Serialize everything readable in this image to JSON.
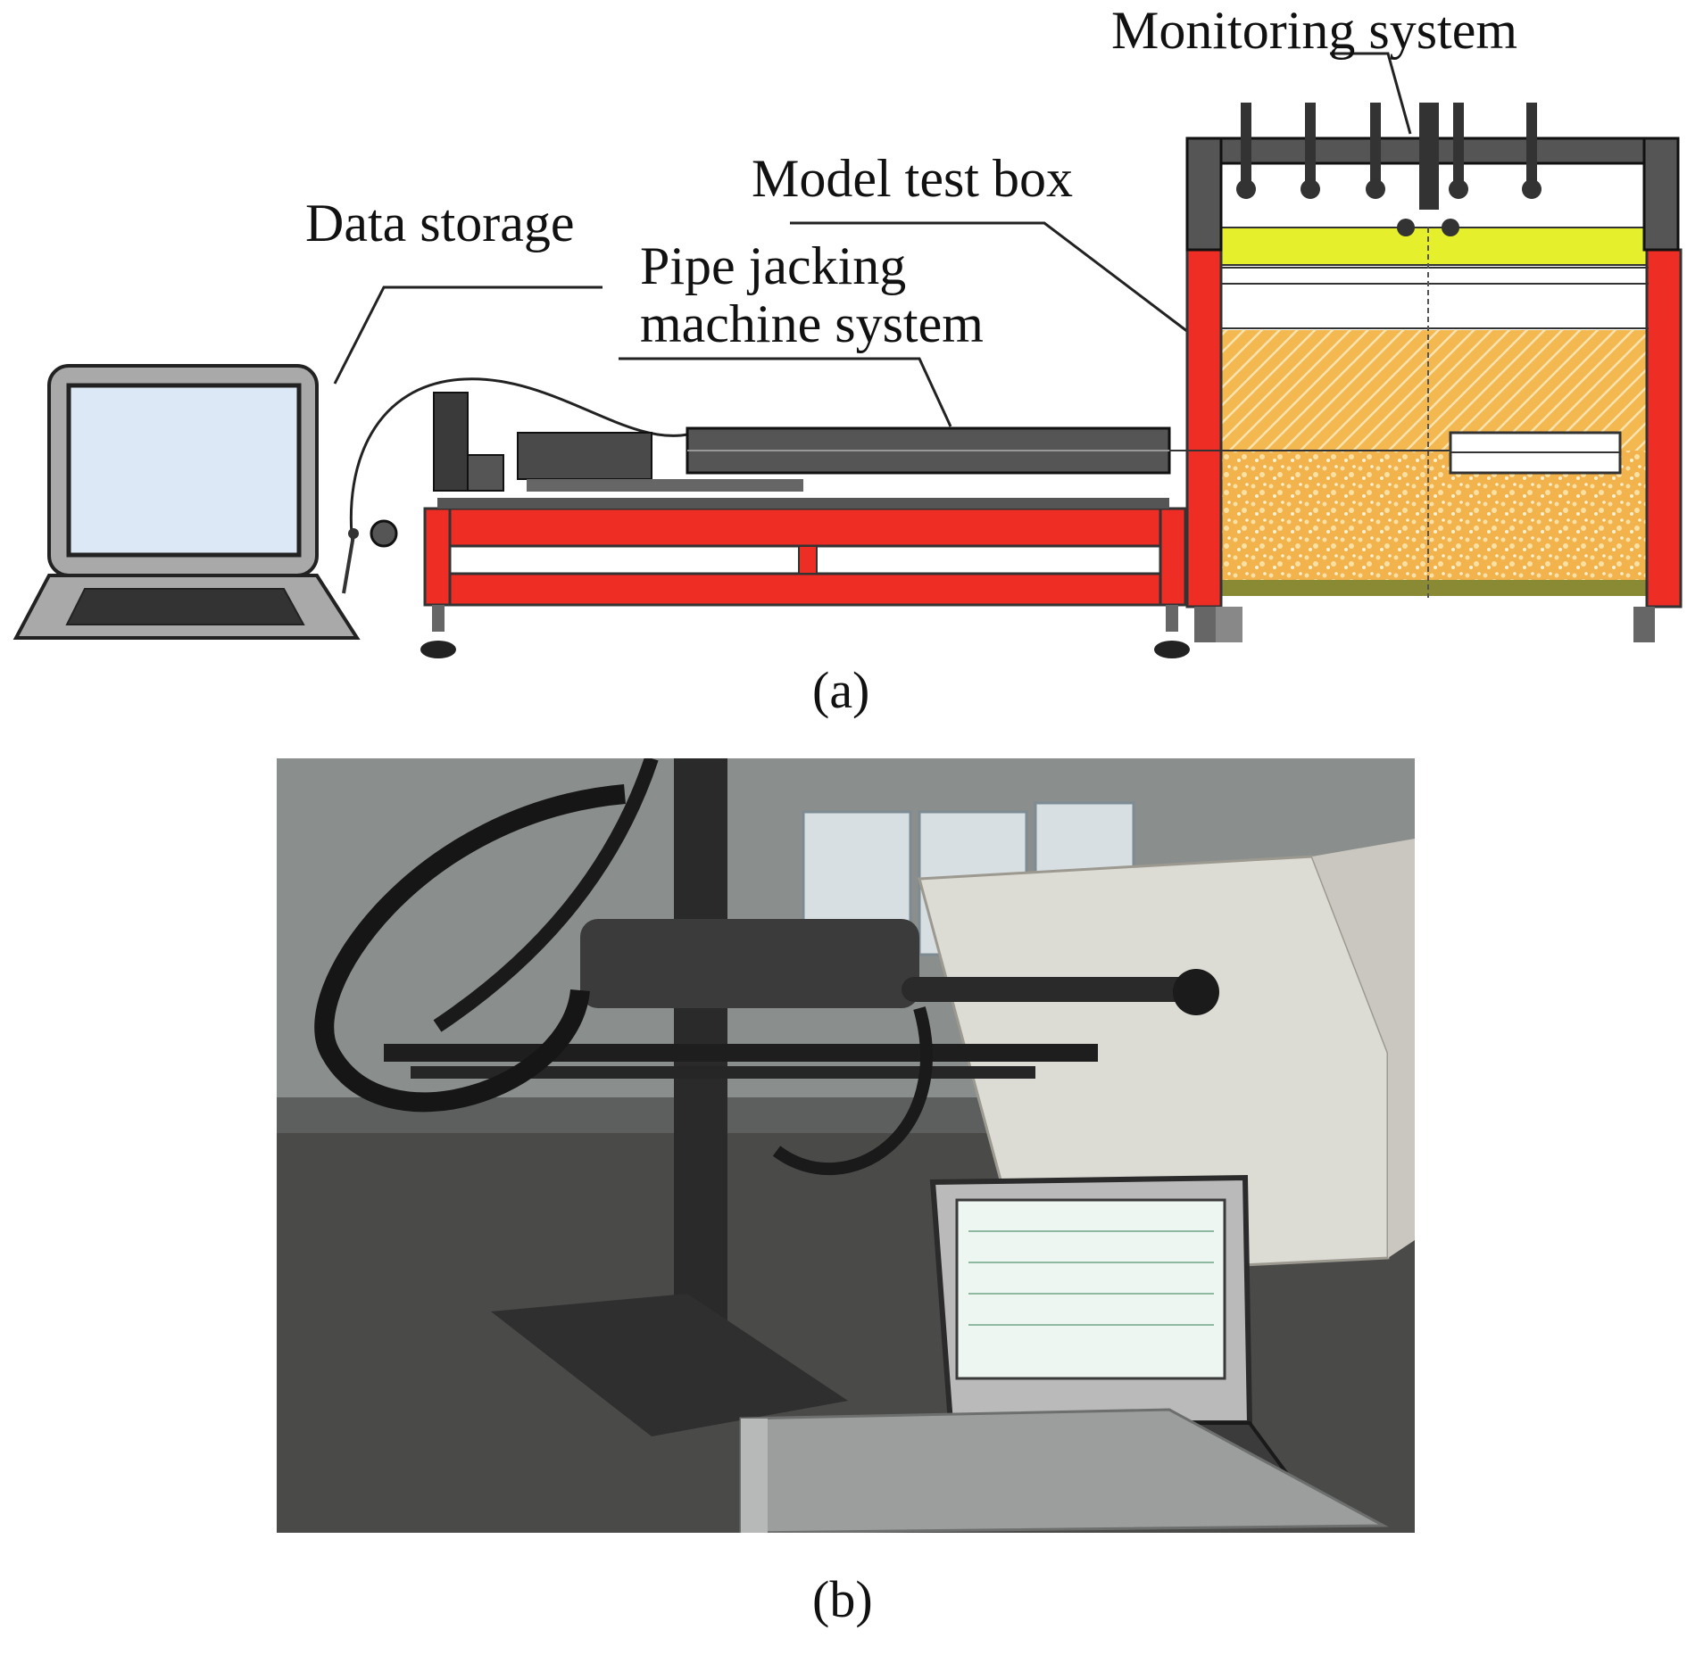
{
  "figure": {
    "labels": {
      "monitoring": "Monitoring system",
      "model_box": "Model test box",
      "data_storage": "Data storage",
      "pipe_line1": "Pipe jacking",
      "pipe_line2": "machine system"
    },
    "captions": {
      "a": "(a)",
      "b": "(b)"
    },
    "colors": {
      "frame_red": "#ee2d24",
      "soil_orange": "#f4b24a",
      "soil_light": "#f7d48a",
      "yellow_bar": "#e6ef2b",
      "laptop_screen": "#dfe9f7",
      "laptop_body": "#a8a8a8"
    }
  }
}
